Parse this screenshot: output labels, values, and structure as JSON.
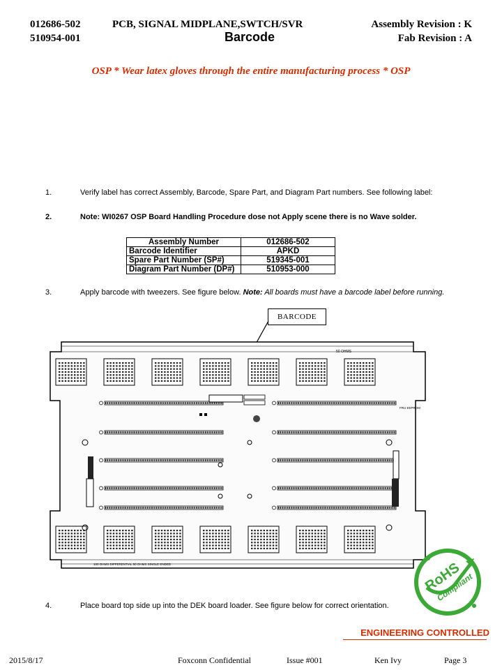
{
  "header": {
    "assembly_pn": "012686-502",
    "title": "PCB, SIGNAL MIDPLANE,SWTCH/SVR",
    "assembly_rev": "Assembly Revision : K",
    "fab_pn": "510954-001",
    "subtitle": "Barcode",
    "fab_rev": "Fab Revision : A"
  },
  "warning": "OSP  * Wear latex gloves through the entire manufacturing process *  OSP",
  "steps": [
    {
      "num": "1.",
      "text": "Verify label has correct Assembly, Barcode, Spare Part, and Diagram Part numbers.  See following label:"
    },
    {
      "num": "2.",
      "text": "Note: WI0267 OSP Board Handling Procedure dose not Apply  scene there is no Wave solder."
    },
    {
      "num": "3.",
      "text_plain": "Apply barcode with tweezers.  See figure below.  ",
      "note_label": "Note:",
      "note_text": "  All boards must have a barcode label before running."
    },
    {
      "num": "4.",
      "text": "Place board top side up into the DEK board loader.  See figure below for correct orientation."
    }
  ],
  "parts_table": [
    {
      "label": "Assembly Number",
      "value": "012686-502"
    },
    {
      "label": "Barcode Identifier",
      "value": "APKD"
    },
    {
      "label": "Spare Part Number (SP#)",
      "value": "519345-001"
    },
    {
      "label": "Diagram Part Number (DP#)",
      "value": "510953-000"
    }
  ],
  "figure": {
    "callout": "BARCODE",
    "top_label": "50 OHMS",
    "bottom_label": "100 OHMS DIFFERENTIAL    50 OHMS SINGLE ENDED",
    "side_label": "FRU EEPROM"
  },
  "rohs": {
    "big": "RoHS",
    "small": "Compliant"
  },
  "engineering": "ENGINEERING CONTROLLED",
  "footer": {
    "date": "2015/8/17",
    "confidential": "Foxconn Confidential",
    "issue": "Issue #001",
    "author": "Ken Ivy",
    "page": "Page 3"
  },
  "colors": {
    "warning": "#d62d00",
    "engineering": "#d62d00",
    "rohs": "#3aa935"
  }
}
